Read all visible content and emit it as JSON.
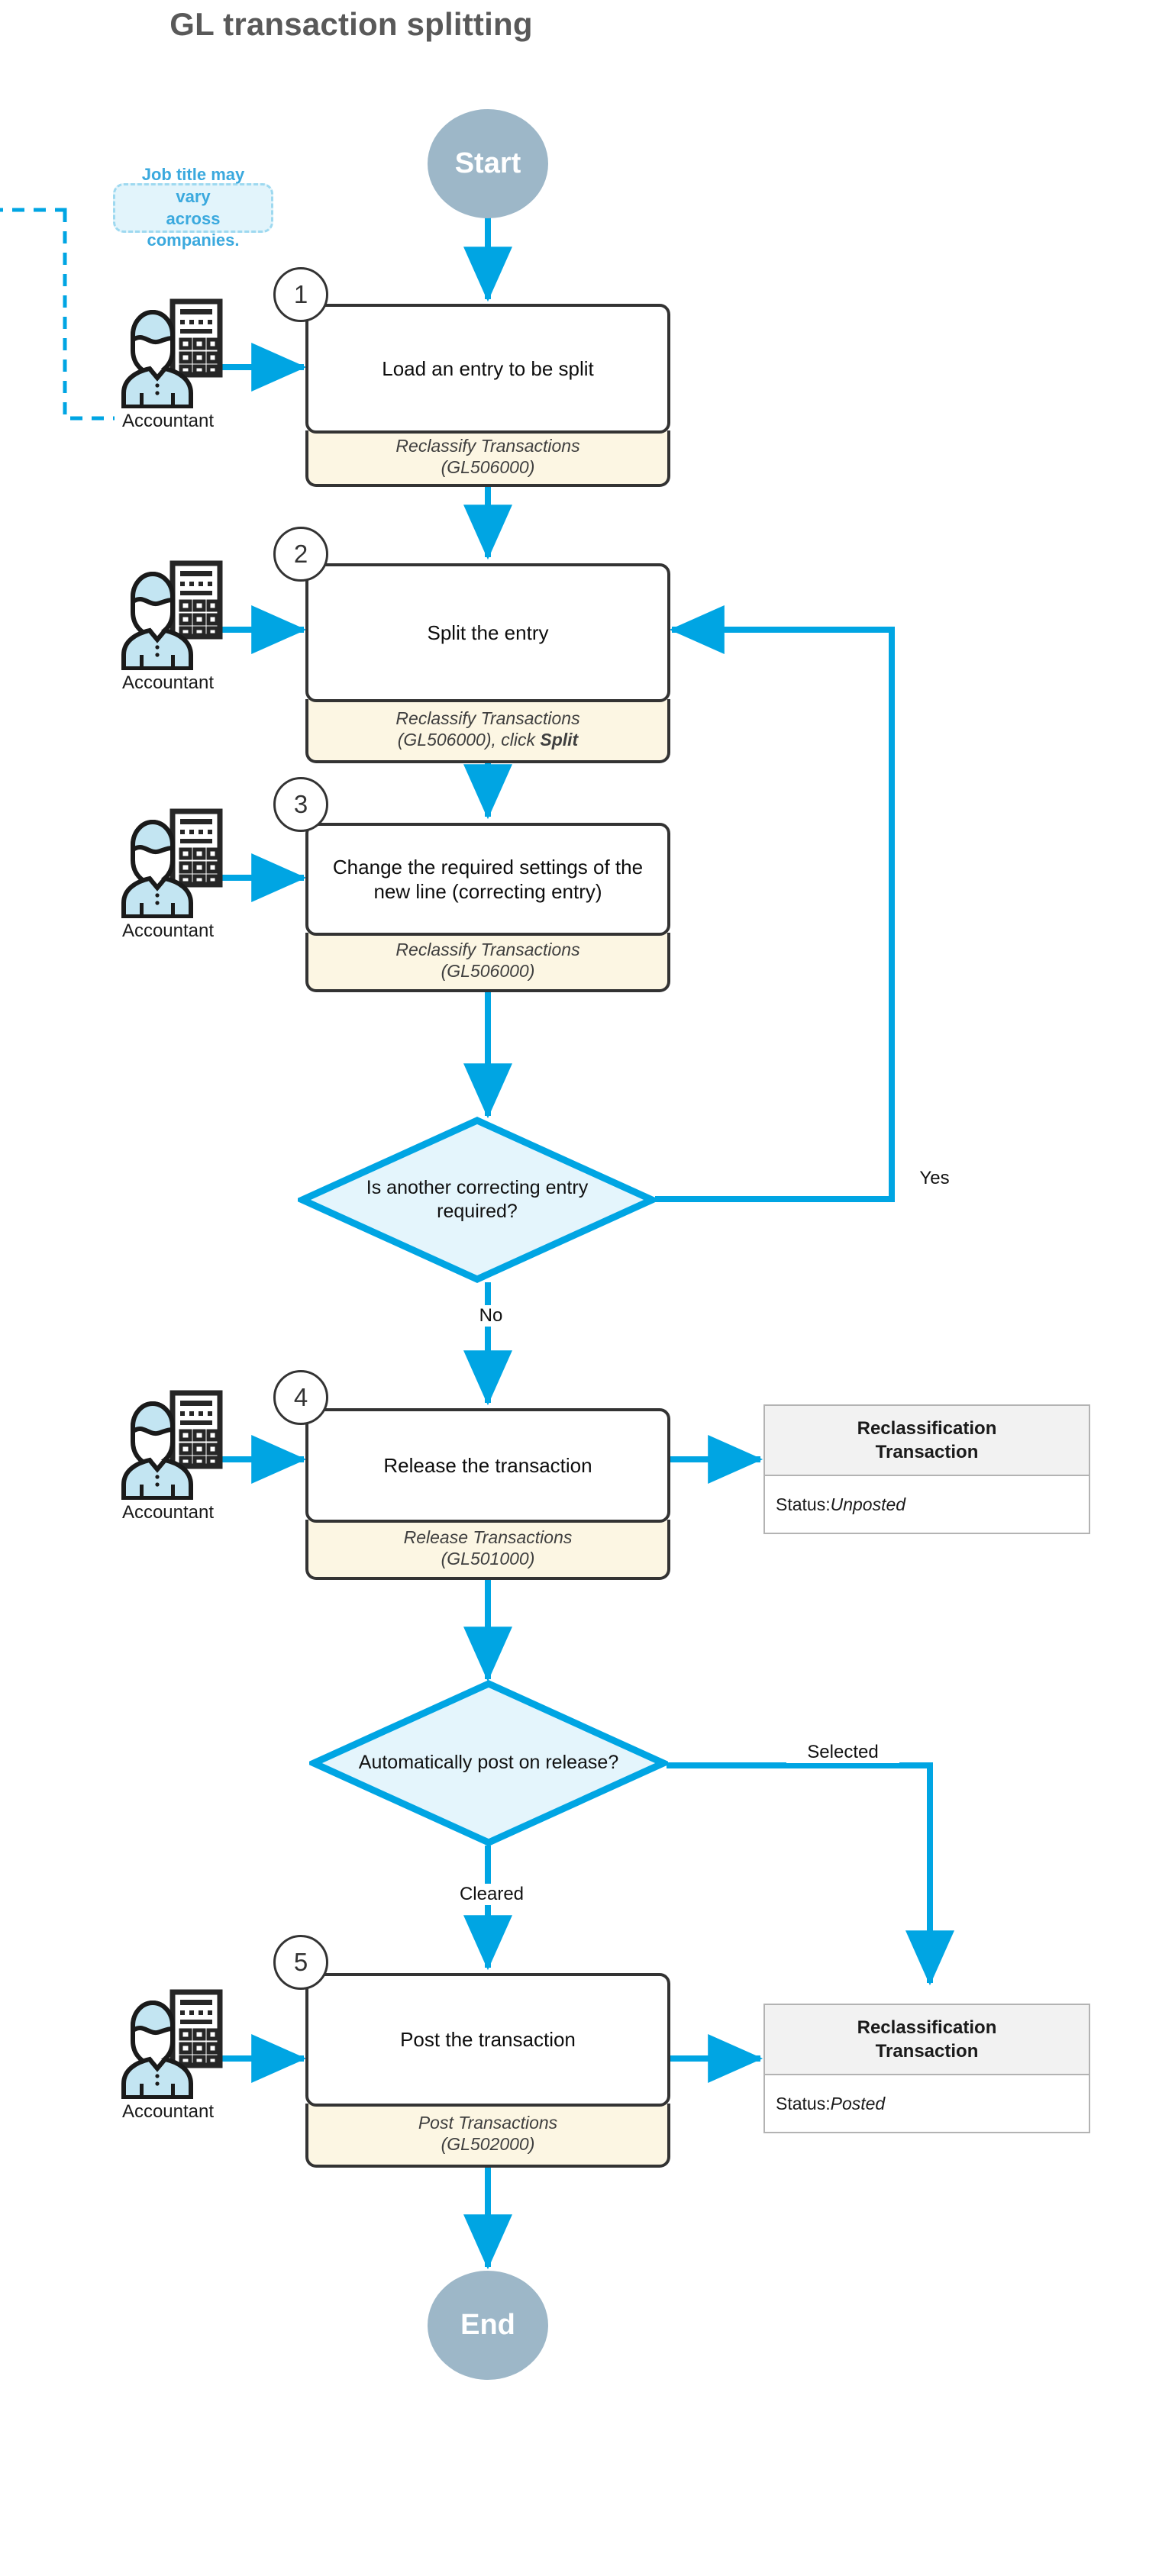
{
  "title": "GL transaction splitting",
  "colors": {
    "accent": "#00A5E3",
    "terminator": "#9DB7C8",
    "note_fill": "#E2F4FB",
    "note_border": "#9ED9F0",
    "note_text": "#3BA9DE",
    "footer_fill": "#FCF6E3",
    "diamond_fill": "#E4F5FC",
    "box_border": "#333333",
    "status_header": "#F2F2F2",
    "title_text": "#595959"
  },
  "terminators": {
    "start": "Start",
    "end": "End"
  },
  "note": {
    "line1": "Job title may vary",
    "line2": "across companies."
  },
  "actors": [
    {
      "label": "Accountant"
    },
    {
      "label": "Accountant"
    },
    {
      "label": "Accountant"
    },
    {
      "label": "Accountant"
    },
    {
      "label": "Accountant"
    }
  ],
  "steps": [
    {
      "number": "1",
      "text": "Load an entry to be split",
      "footer_line1": "Reclassify Transactions",
      "footer_line2": "(GL506000)",
      "footer_bold": ""
    },
    {
      "number": "2",
      "text": "Split the entry",
      "footer_line1": "Reclassify Transactions",
      "footer_line2": "(GL506000), click ",
      "footer_bold": "Split"
    },
    {
      "number": "3",
      "text": "Change the required settings of the new line (correcting entry)",
      "footer_line1": "Reclassify Transactions",
      "footer_line2": "(GL506000)",
      "footer_bold": ""
    },
    {
      "number": "4",
      "text": "Release the transaction",
      "footer_line1": "Release Transactions",
      "footer_line2": "(GL501000)",
      "footer_bold": ""
    },
    {
      "number": "5",
      "text": "Post the transaction",
      "footer_line1": "Post Transactions",
      "footer_line2": "(GL502000)",
      "footer_bold": ""
    }
  ],
  "decisions": [
    {
      "line1": "Is another correcting entry",
      "line2": "required?",
      "yes": "Yes",
      "no": "No"
    },
    {
      "line1": "Automatically post on release?",
      "line2": "",
      "selected": "Selected",
      "cleared": "Cleared"
    }
  ],
  "status_cards": [
    {
      "head_line1": "Reclassification",
      "head_line2": "Transaction",
      "body_prefix": "Status: ",
      "body_value": "Unposted"
    },
    {
      "head_line1": "Reclassification",
      "head_line2": "Transaction",
      "body_prefix": "Status: ",
      "body_value": "Posted"
    }
  ]
}
